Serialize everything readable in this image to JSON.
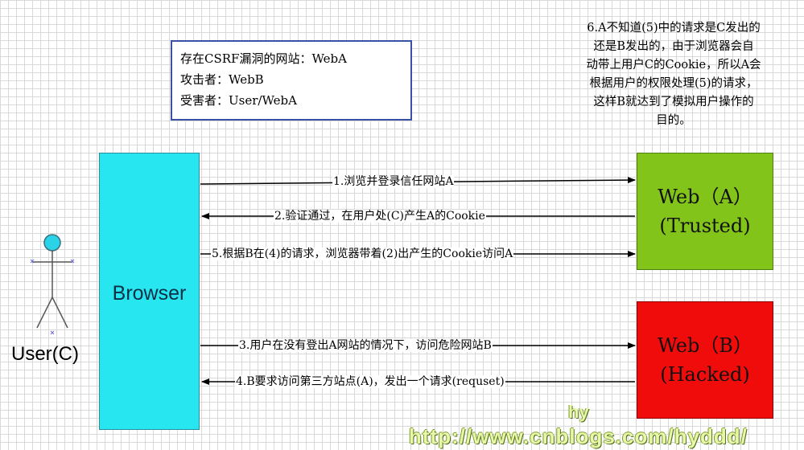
{
  "info_box": {
    "line1": "存在CSRF漏洞的网站：WebA",
    "line2": "攻击者：WebB",
    "line3": "受害者：User/WebA"
  },
  "note": {
    "line1": "6.A不知道(5)中的请求是C发出的",
    "line2": "还是B发出的，由于浏览器会自",
    "line3": "动带上用户C的Cookie，所以A会",
    "line4": "根据用户的权限处理(5)的请求，",
    "line5": "这样B就达到了模拟用户操作的",
    "line6": "目的。"
  },
  "browser": {
    "label": "Browser"
  },
  "web_a": {
    "title": "Web（A）",
    "subtitle": "(Trusted)"
  },
  "web_b": {
    "title": "Web（B）",
    "subtitle": "(Hacked)"
  },
  "user": {
    "label": "User(C)"
  },
  "arrows": {
    "a1": "1.浏览并登录信任网站A",
    "a2": "2.验证通过，在用户处(C)产生A的Cookie",
    "a5": "5.根据B在(4)的请求，浏览器带着(2)出产生的Cookie访问A",
    "a3": "3.用户在没有登出A网站的情况下，访问危险网站B",
    "a4": "4.B要求访问第三方站点(A)，发出一个请求(requset)"
  },
  "watermark": {
    "top": "hy",
    "bottom": "http://www.cnblogs.com/hyddd/"
  },
  "colors": {
    "browser": "#27e6f0",
    "web_a": "#82c41a",
    "web_b": "#f10c0c",
    "info_border": "#3a4fa8"
  }
}
